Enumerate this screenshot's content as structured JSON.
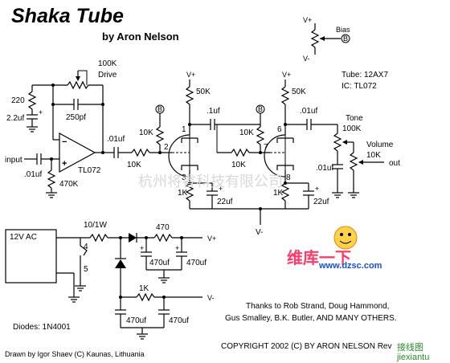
{
  "title": "Shaka Tube",
  "subtitle": "by Aron Nelson",
  "bias_block": {
    "v_plus": "V+",
    "v_minus": "V-",
    "label": "Bias",
    "node": "B"
  },
  "tube_info": {
    "tube": "Tube: 12AX7",
    "ic": "IC: TL072"
  },
  "preamp": {
    "r_drive": "100K",
    "drive_label": "Drive",
    "r_220": "220",
    "c_2u2": "2.2uf",
    "c_250p": "250pf",
    "input_label": "input",
    "c_input": ".01uf",
    "r_470k": "470K",
    "opamp": "TL072",
    "c_out": ".01uf",
    "r_10k_a": "10K",
    "r_10k_b": "10K",
    "node_b1": "B"
  },
  "stage1": {
    "v_plus": "V+",
    "r_plate": "50K",
    "c_couple": ".1uf",
    "pin_plate": "1",
    "pin_grid": "2",
    "pin_cathode": "3",
    "r_cathode": "1K",
    "c_cathode": "22uf"
  },
  "stage2": {
    "v_plus": "V+",
    "r_plate": "50K",
    "c_out": ".01uf",
    "r_grid_bias": "10K",
    "r_grid": "10K",
    "node_b2": "B",
    "pin_plate": "6",
    "pin_grid": "7",
    "pin_cathode": "8",
    "r_cathode": "1K",
    "c_cathode": "22uf"
  },
  "tone_section": {
    "tone_label": "Tone",
    "r_tone": "100K",
    "c_tone": ".01uf",
    "volume_label": "Volume",
    "r_volume": "10K",
    "out_label": "out"
  },
  "ground_bus": {
    "label": "V-"
  },
  "power_supply": {
    "source": "12V AC",
    "r_input": "10/1W",
    "pin_4": "4",
    "pin_5": "5",
    "r_plus": "470",
    "c_plus_a": "470uf",
    "c_plus_b": "470uf",
    "rail_plus": "V+",
    "r_minus": "1K",
    "c_minus_a": "470uf",
    "c_minus_b": "470uf",
    "rail_minus": "V-",
    "diodes": "Diodes: 1N4001"
  },
  "credits": {
    "thanks_1": "Thanks to Rob Strand, Doug Hammond,",
    "thanks_2": "Gus Smalley, B.K. Butler, AND MANY OTHERS.",
    "copyright": "COPYRIGHT 2002 (C) BY ARON NELSON Rev C",
    "drawn_by": "Drawn by Igor Shaev (C) Kaunas, Lithuania"
  },
  "watermarks": {
    "cn_company": "杭州将睿科技有限公司",
    "cn_repair": "维库一下",
    "site": "www.dzsc.com",
    "corner_cn": "接线图",
    "corner_site": "jiexiantu"
  }
}
